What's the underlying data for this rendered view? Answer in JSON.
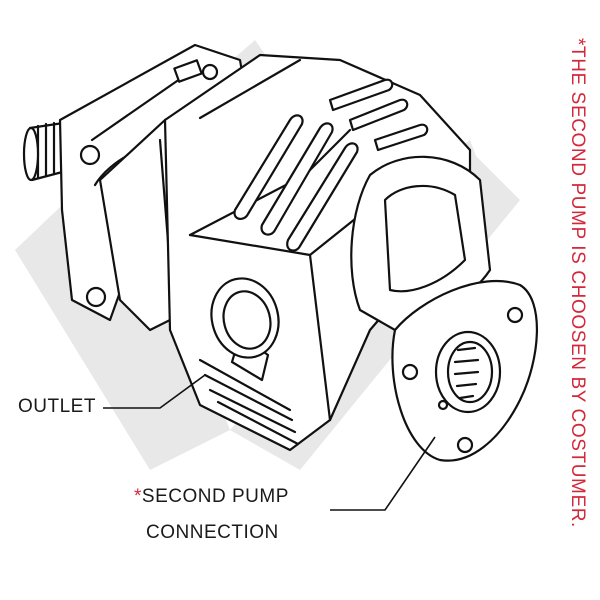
{
  "labels": {
    "outlet": "OUTLET",
    "second_pump_asterisk": "*",
    "second_pump_line1": "SECOND PUMP",
    "second_pump_line2": "CONNECTION"
  },
  "side_note": "*THE SECOND PUMP IS CHOOSEN BY COSTUMER.",
  "colors": {
    "accent_red": "#d3283a",
    "line": "#111111",
    "watermark": "#e8e8e8"
  },
  "icons": {
    "watermark": "brand-watermark-logo",
    "product": "hydraulic-gear-pump-drawing"
  }
}
